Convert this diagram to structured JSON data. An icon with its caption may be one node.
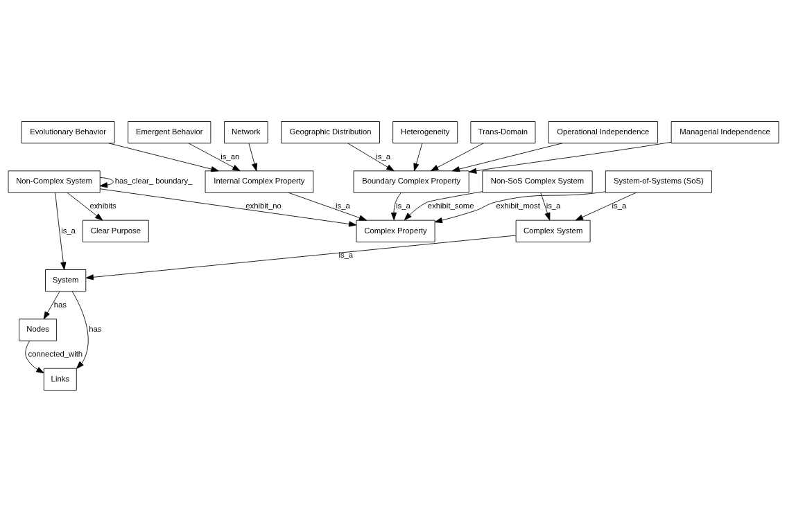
{
  "diagram": {
    "nodes": [
      {
        "text": [
          "Nodes"
        ]
      },
      {
        "text": [
          "System"
        ]
      },
      {
        "text": [
          "Links"
        ]
      },
      {
        "text": [
          "Non-Complex System"
        ]
      },
      {
        "text": [
          "Complex System"
        ]
      },
      {
        "text": [
          "Clear Purpose"
        ]
      },
      {
        "text": [
          "Non-SoS Complex System"
        ]
      },
      {
        "text": [
          "System-of-Systems (SoS)"
        ]
      },
      {
        "text": [
          "Complex Property"
        ]
      },
      {
        "text": [
          "Boundary Complex Property"
        ]
      },
      {
        "text": [
          "Internal Complex Property"
        ]
      },
      {
        "text": [
          "Operational Independence"
        ]
      },
      {
        "text": [
          "Managerial Independence"
        ]
      },
      {
        "text": [
          "Geographic Distribution"
        ]
      },
      {
        "text": [
          "Heterogeneity"
        ]
      },
      {
        "text": [
          "Trans-Domain"
        ]
      },
      {
        "text": [
          "Evolutionary Behavior"
        ]
      },
      {
        "text": [
          "Emergent Behavior"
        ]
      },
      {
        "text": [
          "Network"
        ]
      }
    ],
    "edges": [
      {
        "from": 1,
        "to": 0,
        "arrow": "to",
        "label": "has"
      },
      {
        "from": 0,
        "to": 2,
        "arrow": "to",
        "label": "connected_with"
      },
      {
        "from": 1,
        "to": 2,
        "arrow": "to",
        "label": "has"
      },
      {
        "from": 3,
        "to": 1,
        "arrow": "to",
        "label": "is_a"
      },
      {
        "from": 3,
        "to": 3,
        "arrow": "to",
        "label": "has_clear_ boundary_"
      },
      {
        "from": 4,
        "to": 1,
        "arrow": "to",
        "label": "is_a"
      },
      {
        "from": 3,
        "to": 5,
        "arrow": "to",
        "label": "exhibits"
      },
      {
        "from": 6,
        "to": 4,
        "arrow": "to",
        "label": "is_a"
      },
      {
        "from": 7,
        "to": 4,
        "arrow": "to",
        "label": "is_a"
      },
      {
        "from": 3,
        "to": 8,
        "arrow": "to",
        "label": "exhibit_no"
      },
      {
        "from": 6,
        "to": 8,
        "arrow": "to",
        "label": "exhibit_some"
      },
      {
        "from": 7,
        "to": 8,
        "arrow": "to",
        "label": "exhibit_most"
      },
      {
        "from": 9,
        "to": 8,
        "arrow": "to",
        "label": "is_a"
      },
      {
        "from": 10,
        "to": 8,
        "arrow": "to",
        "label": "is_a"
      },
      {
        "from": 11,
        "to": 9,
        "arrow": "to"
      },
      {
        "from": 12,
        "to": 9,
        "arrow": "to"
      },
      {
        "from": 13,
        "to": 9,
        "arrow": "to",
        "label": "is_a"
      },
      {
        "from": 14,
        "to": 9,
        "arrow": "to"
      },
      {
        "from": 15,
        "to": 9,
        "arrow": "to"
      },
      {
        "from": 16,
        "to": 10,
        "arrow": "to"
      },
      {
        "from": 17,
        "to": 10,
        "arrow": "to",
        "label": "is_an"
      },
      {
        "from": 18,
        "to": 10,
        "arrow": "to"
      }
    ]
  }
}
